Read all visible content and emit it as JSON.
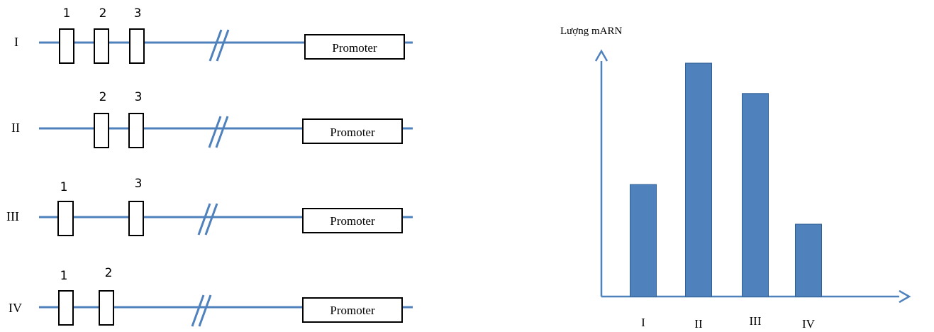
{
  "colors": {
    "line": "#4f81bd",
    "bar": "#4f81bd",
    "bar_edge": "#2f5f94",
    "ink": "#000000"
  },
  "genes": [
    {
      "label": "I",
      "regions": [
        "1",
        "2",
        "3"
      ],
      "promoter": "Promoter"
    },
    {
      "label": "II",
      "regions": [
        "2",
        "3"
      ],
      "promoter": "Promoter"
    },
    {
      "label": "III",
      "regions": [
        "1",
        "3"
      ],
      "promoter": "Promoter"
    },
    {
      "label": "IV",
      "regions": [
        "1",
        "2"
      ],
      "promoter": "Promoter"
    }
  ],
  "chart_data": {
    "type": "bar",
    "ylabel": "Lượng mARN",
    "categories": [
      "I",
      "II",
      "III",
      "IV"
    ],
    "values": [
      48,
      100,
      87,
      31
    ],
    "ylim": [
      0,
      100
    ],
    "grid": false,
    "legend": "none"
  }
}
